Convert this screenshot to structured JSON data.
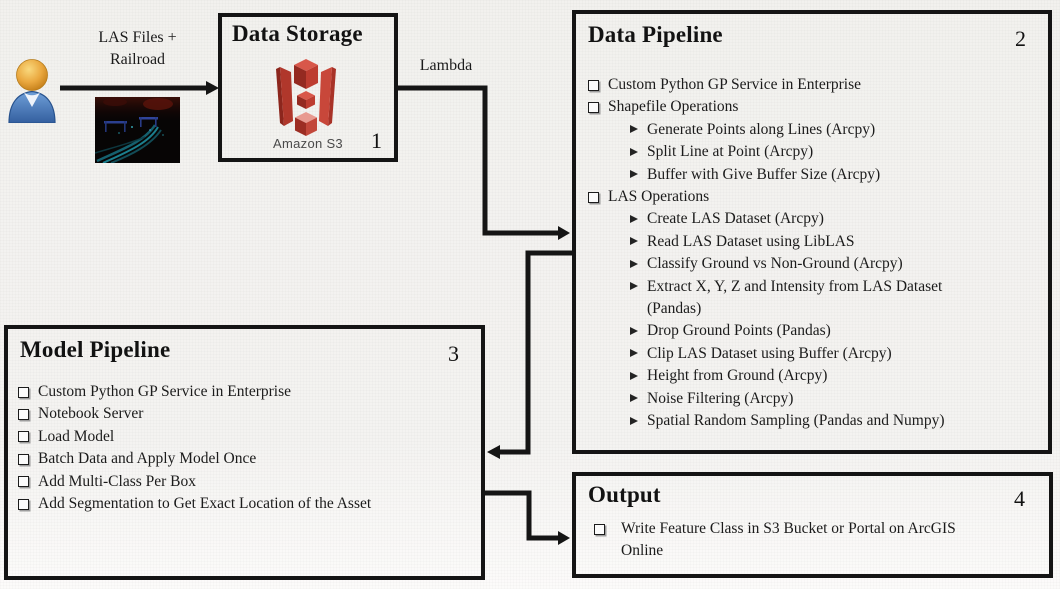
{
  "slide": {
    "flow_labels": {
      "input_line1": "LAS Files +",
      "input_line2": "Railroad",
      "lambda": "Lambda"
    },
    "data_storage": {
      "title": "Data Storage",
      "number": "1",
      "s3_caption": "Amazon S3"
    },
    "data_pipeline": {
      "title": "Data Pipeline",
      "number": "2",
      "items": [
        {
          "level": 1,
          "text": "Custom Python GP Service in Enterprise"
        },
        {
          "level": 1,
          "text": "Shapefile Operations"
        },
        {
          "level": 2,
          "text": "Generate Points along Lines (Arcpy)"
        },
        {
          "level": 2,
          "text": "Split Line at Point (Arcpy)"
        },
        {
          "level": 2,
          "text": "Buffer with Give Buffer Size (Arcpy)"
        },
        {
          "level": 1,
          "text": "LAS Operations"
        },
        {
          "level": 2,
          "text": "Create LAS Dataset (Arcpy)"
        },
        {
          "level": 2,
          "text": "Read LAS Dataset using LibLAS"
        },
        {
          "level": 2,
          "text": "Classify Ground vs Non-Ground (Arcpy)"
        },
        {
          "level": 2,
          "text": "Extract X, Y, Z and Intensity from LAS Dataset\n(Pandas)"
        },
        {
          "level": 2,
          "text": "Drop Ground Points (Pandas)"
        },
        {
          "level": 2,
          "text": "Clip LAS Dataset using Buffer (Arcpy)"
        },
        {
          "level": 2,
          "text": "Height from Ground (Arcpy)"
        },
        {
          "level": 2,
          "text": "Noise Filtering (Arcpy)"
        },
        {
          "level": 2,
          "text": "Spatial Random Sampling (Pandas and Numpy)"
        }
      ]
    },
    "model_pipeline": {
      "title": "Model Pipeline",
      "number": "3",
      "items": [
        {
          "level": 1,
          "text": "Custom Python GP Service in Enterprise"
        },
        {
          "level": 1,
          "text": "Notebook Server"
        },
        {
          "level": 1,
          "text": "Load Model"
        },
        {
          "level": 1,
          "text": "Batch Data and Apply Model Once"
        },
        {
          "level": 1,
          "text": "Add Multi-Class Per Box"
        },
        {
          "level": 1,
          "text": "Add Segmentation to Get Exact Location of the Asset"
        }
      ]
    },
    "output": {
      "title": "Output",
      "number": "4",
      "items": [
        {
          "level": 1,
          "text": "Write Feature Class in S3 Bucket or Portal on ArcGIS\nOnline"
        }
      ]
    },
    "icons": {
      "person": "person-icon",
      "s3_logo": "amazon-s3-logo-icon",
      "railroad": "railroad-lidar-image",
      "checkbox_bullet": "checkbox-bullet-icon",
      "arrow_bullet": "arrow-bullet-icon"
    },
    "colors": {
      "border_black": "#141414",
      "arrow_black": "#151515",
      "s3_red": "#c0392e",
      "s3_red_dark": "#942a21",
      "s3_red_light": "#d8574a",
      "person_blue": "#3a67ae",
      "person_gold": "#e8a33d",
      "lidar_teal": "#1b7f8e",
      "background": "#f2f1ee"
    }
  }
}
